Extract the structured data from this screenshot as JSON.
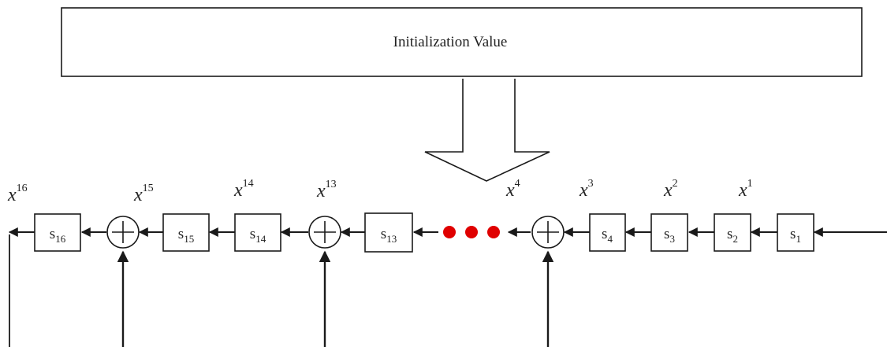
{
  "init_box": {
    "label": "Initialization Value"
  },
  "registers": [
    {
      "id": "s16",
      "base": "s",
      "sub": "16"
    },
    {
      "id": "s15",
      "base": "s",
      "sub": "15"
    },
    {
      "id": "s14",
      "base": "s",
      "sub": "14"
    },
    {
      "id": "s13",
      "base": "s",
      "sub": "13"
    },
    {
      "id": "s4",
      "base": "s",
      "sub": "4"
    },
    {
      "id": "s3",
      "base": "s",
      "sub": "3"
    },
    {
      "id": "s2",
      "base": "s",
      "sub": "2"
    },
    {
      "id": "s1",
      "base": "s",
      "sub": "1"
    }
  ],
  "terms": [
    {
      "id": "x16",
      "base": "x",
      "exp": "16"
    },
    {
      "id": "x15",
      "base": "x",
      "exp": "15"
    },
    {
      "id": "x14",
      "base": "x",
      "exp": "14"
    },
    {
      "id": "x13",
      "base": "x",
      "exp": "13"
    },
    {
      "id": "x4",
      "base": "x",
      "exp": "4"
    },
    {
      "id": "x3",
      "base": "x",
      "exp": "3"
    },
    {
      "id": "x2",
      "base": "x",
      "exp": "2"
    },
    {
      "id": "x1",
      "base": "x",
      "exp": "1"
    }
  ],
  "xor_symbol": "+",
  "colors": {
    "ellipsis_dots": "#e00000",
    "lines": "#1a1a1a"
  }
}
